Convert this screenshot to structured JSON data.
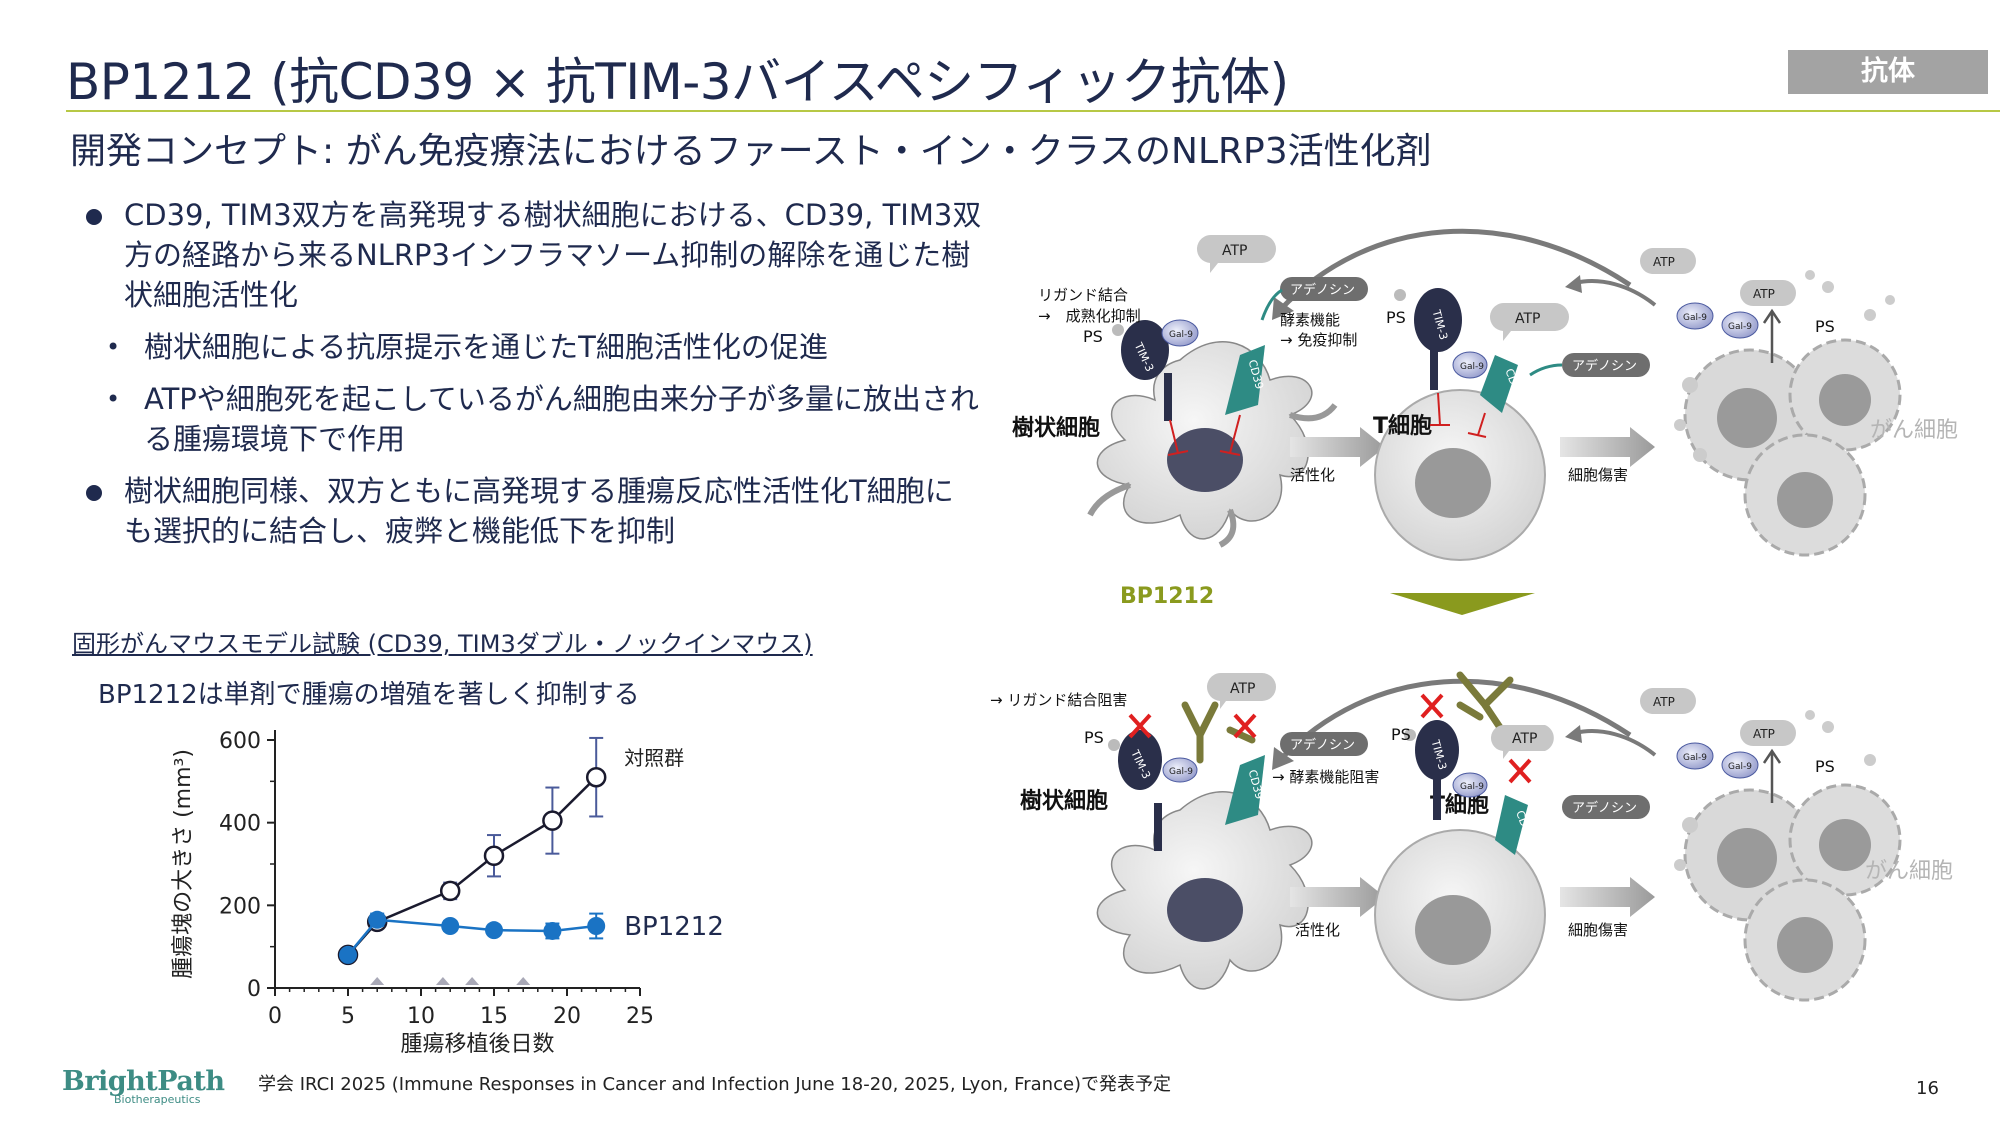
{
  "header": {
    "title": "BP1212 (抗CD39 × 抗TIM-3バイスペシフィック抗体)",
    "tag": "抗体",
    "subtitle": "開発コンセプト: がん免疫療法におけるファースト・イン・クラスのNLRP3活性化剤"
  },
  "bullets": {
    "b1": "CD39, TIM3双方を高発現する樹状細胞における、CD39, TIM3双方の経路から来るNLRP3インフラマソーム抑制の解除を通じた樹状細胞活性化",
    "b1_sub1": "樹状細胞による抗原提示を通じたT細胞活性化の促進",
    "b1_sub2": "ATPや細胞死を起こしているがん細胞由来分子が多量に放出される腫瘍環境下で作用",
    "b2": "樹状細胞同様、双方ともに高発現する腫瘍反応性活性化T細胞にも選択的に結合し、疲弊と機能低下を抑制",
    "sub_marker": "•"
  },
  "experiment": {
    "title": "固形がんマウスモデル試験 (CD39, TIM3ダブル・ノックインマウス)",
    "subtitle": "BP1212は単剤で腫瘍の増殖を著しく抑制する"
  },
  "chart_data": {
    "type": "line",
    "xlabel": "腫瘍移植後日数",
    "ylabel": "腫瘍塊の大きさ (mm³)",
    "xlim": [
      0,
      25
    ],
    "ylim": [
      0,
      600
    ],
    "xticks": [
      "0",
      "5",
      "10",
      "15",
      "20",
      "25"
    ],
    "yticks": [
      "0",
      "200",
      "400",
      "600"
    ],
    "dosing_days": [
      7,
      11.5,
      13.5,
      17
    ],
    "series": [
      {
        "name": "対照群",
        "color": "#1a1a2e",
        "marker": "open-circle",
        "x": [
          5,
          7,
          12,
          15,
          19,
          22
        ],
        "y": [
          80,
          160,
          235,
          320,
          405,
          510
        ],
        "err": [
          10,
          15,
          20,
          50,
          80,
          95
        ]
      },
      {
        "name": "BP1212",
        "color": "#1a73c4",
        "marker": "filled-circle",
        "x": [
          5,
          7,
          12,
          15,
          19,
          22
        ],
        "y": [
          80,
          165,
          150,
          140,
          138,
          150
        ],
        "err": [
          10,
          15,
          12,
          10,
          18,
          30
        ]
      }
    ]
  },
  "diagram": {
    "top": {
      "dc_label": "樹状細胞",
      "t_label": "T細胞",
      "cancer_label": "がん細胞",
      "ligand": "リガンド結合",
      "ligand2": "→　成熟化抑制",
      "enzyme": "酵素機能",
      "enzyme2": "→ 免疫抑制",
      "activation": "活性化",
      "cytotox": "細胞傷害",
      "ps": "PS",
      "atp": "ATP",
      "adenosine": "アデノシン",
      "tim3": "TIM-3",
      "cd39": "CD39",
      "gal9": "Gal-9"
    },
    "bottom": {
      "drug": "BP1212",
      "dc_label": "樹状細胞",
      "t_label": "T細胞",
      "cancer_label": "がん細胞",
      "ligand_block": "→ リガンド結合阻害",
      "enzyme_block": "→ 酵素機能阻害",
      "activation": "活性化",
      "cytotox": "細胞傷害"
    }
  },
  "footer": {
    "logo": "BrightPath",
    "logo_sub": "Biotherapeutics",
    "note": "学会 IRCI 2025 (Immune Responses in Cancer and Infection  June 18-20, 2025, Lyon, France)で発表予定",
    "page": "16"
  },
  "colors": {
    "navy": "#1f2a4e",
    "accent_green": "#b7c845",
    "drug_olive": "#8a9a1e",
    "cd39_teal": "#2e8b84",
    "block_red": "#e02020"
  }
}
